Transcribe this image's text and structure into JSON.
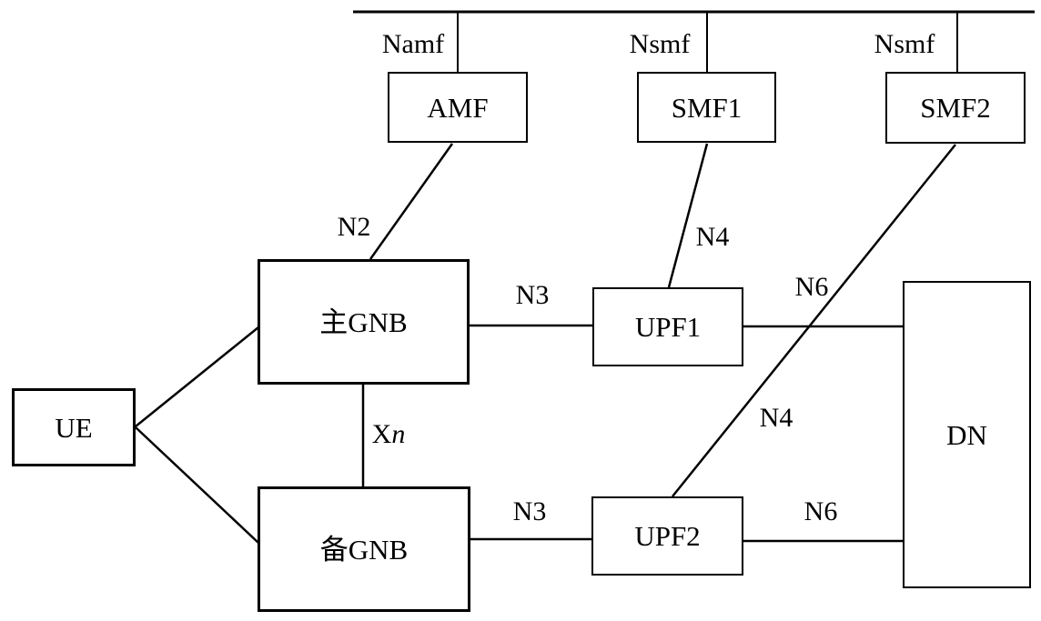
{
  "figure": {
    "background_color": "#ffffff",
    "line_color": "#000000",
    "nodes": {
      "ue": "UE",
      "main_gnb": "主GNB",
      "backup_gnb": "备GNB",
      "amf": "AMF",
      "smf1": "SMF1",
      "smf2": "SMF2",
      "upf1": "UPF1",
      "upf2": "UPF2",
      "dn": "DN"
    },
    "interface_labels": {
      "namf": "Namf",
      "nsmf1": "Nsmf",
      "nsmf2": "Nsmf",
      "n2": "N2",
      "n3_main": "N3",
      "n3_backup": "N3",
      "n4_smf1_upf1": "N4",
      "n4_smf2_upf2": "N4",
      "n6_upf1_dn": "N6",
      "n6_upf2_dn": "N6",
      "xn_upright_part": "X",
      "xn_italic_part": "n"
    }
  }
}
